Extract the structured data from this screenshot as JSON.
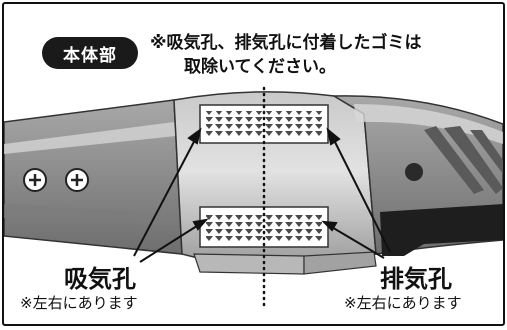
{
  "badge": {
    "label": "本体部"
  },
  "note": {
    "line1": "※吸気孔、排気孔に付着したゴミは",
    "line2": "取除いてください。"
  },
  "labels": {
    "intake": "吸気孔",
    "intake_note": "※左右にあります",
    "exhaust": "排気孔",
    "exhaust_note": "※左右にあります"
  },
  "colors": {
    "body_dark": "#8e8e8e",
    "body_mid": "#b9b9b9",
    "body_light": "#dcdcdc",
    "vent_fill": "#5a5a5a",
    "text": "#111111"
  }
}
